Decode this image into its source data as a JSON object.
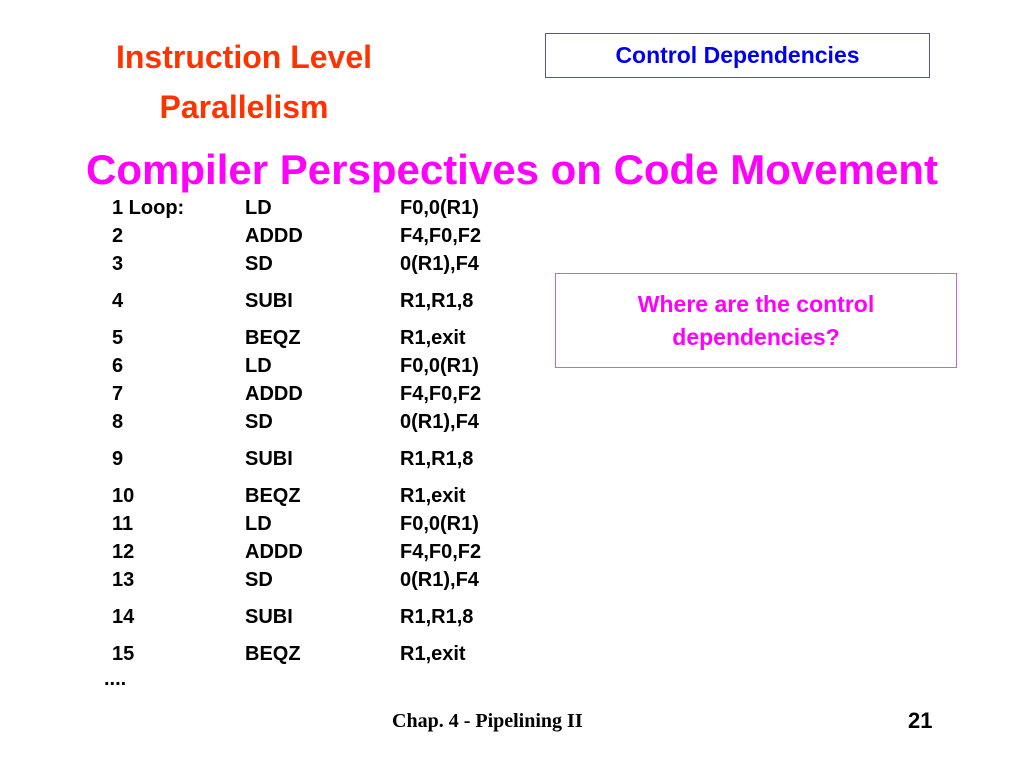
{
  "header": {
    "title_line1": "Instruction Level",
    "title_line2": "Parallelism",
    "section_label": "Control Dependencies"
  },
  "heading": "Compiler Perspectives on Code Movement",
  "code": {
    "rows": [
      {
        "num": "1 Loop:",
        "op": "LD",
        "args": "F0,0(R1)"
      },
      {
        "num": "2",
        "op": "ADDD",
        "args": "F4,F0,F2"
      },
      {
        "num": "3",
        "op": "SD",
        "args": "0(R1),F4"
      },
      {
        "num": "4",
        "op": "SUBI",
        "args": "R1,R1,8"
      },
      {
        "num": "5",
        "op": "BEQZ",
        "args": "R1,exit"
      },
      {
        "num": "6",
        "op": "LD",
        "args": "F0,0(R1)"
      },
      {
        "num": "7",
        "op": "ADDD",
        "args": "F4,F0,F2"
      },
      {
        "num": "8",
        "op": "SD",
        "args": "0(R1),F4"
      },
      {
        "num": "9",
        "op": "SUBI",
        "args": "R1,R1,8"
      },
      {
        "num": "10",
        "op": "BEQZ",
        "args": "R1,exit"
      },
      {
        "num": "11",
        "op": "LD",
        "args": "F0,0(R1)"
      },
      {
        "num": "12",
        "op": "ADDD",
        "args": "F4,F0,F2"
      },
      {
        "num": "13",
        "op": "SD",
        "args": "0(R1),F4"
      },
      {
        "num": "14",
        "op": "SUBI",
        "args": "R1,R1,8"
      },
      {
        "num": "15",
        "op": "BEQZ",
        "args": "R1,exit"
      }
    ],
    "ellipsis": "...."
  },
  "question": {
    "line1": "Where are the control",
    "line2": "dependencies?"
  },
  "footer": {
    "chapter": "Chap. 4 - Pipelining II",
    "page": "21"
  },
  "colors": {
    "title": "#ff3300",
    "section_label": "#0000ee",
    "heading": "#ff00ff",
    "question": "#ff00ff"
  }
}
